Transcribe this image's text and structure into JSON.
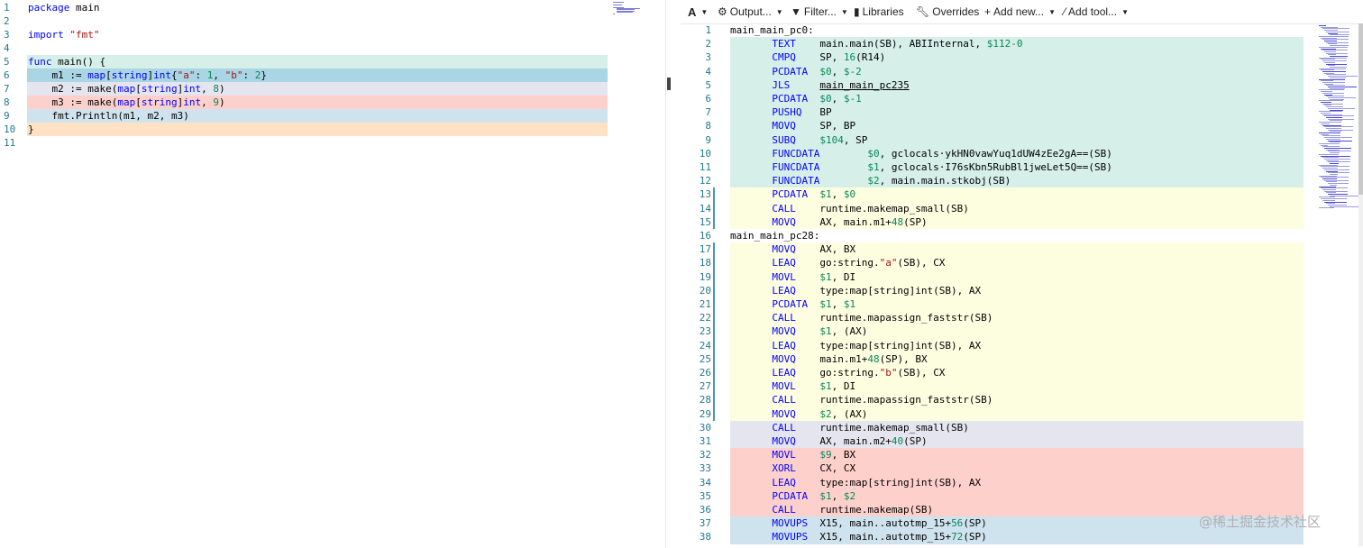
{
  "source": {
    "lines": [
      {
        "n": "1",
        "text": "package main",
        "hl": ""
      },
      {
        "n": "2",
        "text": "",
        "hl": ""
      },
      {
        "n": "3",
        "text": "import \"fmt\"",
        "hl": ""
      },
      {
        "n": "4",
        "text": "",
        "hl": ""
      },
      {
        "n": "5",
        "text": "func main() {",
        "hl": "#d6efe8"
      },
      {
        "n": "6",
        "text": "    m1 := map[string]int{\"a\": 1, \"b\": 2}",
        "hl": "#a9d5e5"
      },
      {
        "n": "7",
        "text": "    m2 := make(map[string]int, 8)",
        "hl": "#e5e5f0"
      },
      {
        "n": "8",
        "text": "    m3 := make(map[string]int, 9)",
        "hl": "#fdd0cb"
      },
      {
        "n": "9",
        "text": "    fmt.Println(m1, m2, m3)",
        "hl": "#cfe3ee"
      },
      {
        "n": "10",
        "text": "}",
        "hl": "#fee2c3"
      },
      {
        "n": "11",
        "text": "",
        "hl": ""
      }
    ]
  },
  "toolbar": {
    "font_label": "A",
    "output_label": "Output...",
    "filter_label": "Filter...",
    "libraries_label": "Libraries",
    "overrides_label": "Overrides",
    "addnew_label": "Add new...",
    "addtool_label": "Add tool..."
  },
  "asm": {
    "lines": [
      {
        "n": "1",
        "op": "",
        "args": "main_main_pc0:",
        "hl": "",
        "label": true
      },
      {
        "n": "2",
        "op": "TEXT",
        "args": "main.main(SB), ABIInternal, $112-0",
        "hl": "#d6efe8"
      },
      {
        "n": "3",
        "op": "CMPQ",
        "args": "SP, 16(R14)",
        "hl": "#d6efe8"
      },
      {
        "n": "4",
        "op": "PCDATA",
        "args": "$0, $-2",
        "hl": "#d6efe8"
      },
      {
        "n": "5",
        "op": "JLS",
        "args": "main_main_pc235",
        "hl": "#d6efe8",
        "link": true
      },
      {
        "n": "6",
        "op": "PCDATA",
        "args": "$0, $-1",
        "hl": "#d6efe8"
      },
      {
        "n": "7",
        "op": "PUSHQ",
        "args": "BP",
        "hl": "#d6efe8"
      },
      {
        "n": "8",
        "op": "MOVQ",
        "args": "SP, BP",
        "hl": "#d6efe8"
      },
      {
        "n": "9",
        "op": "SUBQ",
        "args": "$104, SP",
        "hl": "#d6efe8"
      },
      {
        "n": "10",
        "op": "FUNCDATA",
        "args": "       $0, gclocals·ykHN0vawYuq1dUW4zEe2gA==(SB)",
        "hl": "#d6efe8"
      },
      {
        "n": "11",
        "op": "FUNCDATA",
        "args": "       $1, gclocals·I76sKbn5RubBl1jweLet5Q==(SB)",
        "hl": "#d6efe8"
      },
      {
        "n": "12",
        "op": "FUNCDATA",
        "args": "       $2, main.main.stkobj(SB)",
        "hl": "#d6efe8"
      },
      {
        "n": "13",
        "op": "PCDATA",
        "args": "$1, $0",
        "hl": "#fdfde0",
        "bar": true
      },
      {
        "n": "14",
        "op": "CALL",
        "args": "runtime.makemap_small(SB)",
        "hl": "#fdfde0",
        "bar": true
      },
      {
        "n": "15",
        "op": "MOVQ",
        "args": "AX, main.m1+48(SP)",
        "hl": "#fdfde0",
        "bar": true
      },
      {
        "n": "16",
        "op": "",
        "args": "main_main_pc28:",
        "hl": "",
        "label": true
      },
      {
        "n": "17",
        "op": "MOVQ",
        "args": "AX, BX",
        "hl": "#fdfde0",
        "bar": true
      },
      {
        "n": "18",
        "op": "LEAQ",
        "args": "go:string.\"a\"(SB), CX",
        "hl": "#fdfde0",
        "bar": true
      },
      {
        "n": "19",
        "op": "MOVL",
        "args": "$1, DI",
        "hl": "#fdfde0",
        "bar": true
      },
      {
        "n": "20",
        "op": "LEAQ",
        "args": "type:map[string]int(SB), AX",
        "hl": "#fdfde0",
        "bar": true
      },
      {
        "n": "21",
        "op": "PCDATA",
        "args": "$1, $1",
        "hl": "#fdfde0",
        "bar": true
      },
      {
        "n": "22",
        "op": "CALL",
        "args": "runtime.mapassign_faststr(SB)",
        "hl": "#fdfde0",
        "bar": true
      },
      {
        "n": "23",
        "op": "MOVQ",
        "args": "$1, (AX)",
        "hl": "#fdfde0",
        "bar": true
      },
      {
        "n": "24",
        "op": "LEAQ",
        "args": "type:map[string]int(SB), AX",
        "hl": "#fdfde0",
        "bar": true
      },
      {
        "n": "25",
        "op": "MOVQ",
        "args": "main.m1+48(SP), BX",
        "hl": "#fdfde0",
        "bar": true
      },
      {
        "n": "26",
        "op": "LEAQ",
        "args": "go:string.\"b\"(SB), CX",
        "hl": "#fdfde0",
        "bar": true
      },
      {
        "n": "27",
        "op": "MOVL",
        "args": "$1, DI",
        "hl": "#fdfde0",
        "bar": true
      },
      {
        "n": "28",
        "op": "CALL",
        "args": "runtime.mapassign_faststr(SB)",
        "hl": "#fdfde0",
        "bar": true
      },
      {
        "n": "29",
        "op": "MOVQ",
        "args": "$2, (AX)",
        "hl": "#fdfde0",
        "bar": true
      },
      {
        "n": "30",
        "op": "CALL",
        "args": "runtime.makemap_small(SB)",
        "hl": "#e5e5f0"
      },
      {
        "n": "31",
        "op": "MOVQ",
        "args": "AX, main.m2+40(SP)",
        "hl": "#e5e5f0"
      },
      {
        "n": "32",
        "op": "MOVL",
        "args": "$9, BX",
        "hl": "#fdd0cb"
      },
      {
        "n": "33",
        "op": "XORL",
        "args": "CX, CX",
        "hl": "#fdd0cb"
      },
      {
        "n": "34",
        "op": "LEAQ",
        "args": "type:map[string]int(SB), AX",
        "hl": "#fdd0cb"
      },
      {
        "n": "35",
        "op": "PCDATA",
        "args": "$1, $2",
        "hl": "#fdd0cb"
      },
      {
        "n": "36",
        "op": "CALL",
        "args": "runtime.makemap(SB)",
        "hl": "#fdd0cb"
      },
      {
        "n": "37",
        "op": "MOVUPS",
        "args": "X15, main..autotmp_15+56(SP)",
        "hl": "#cfe3ee"
      },
      {
        "n": "38",
        "op": "MOVUPS",
        "args": "X15, main..autotmp_15+72(SP)",
        "hl": "#cfe3ee"
      }
    ]
  },
  "watermark": "@稀土掘金技术社区"
}
